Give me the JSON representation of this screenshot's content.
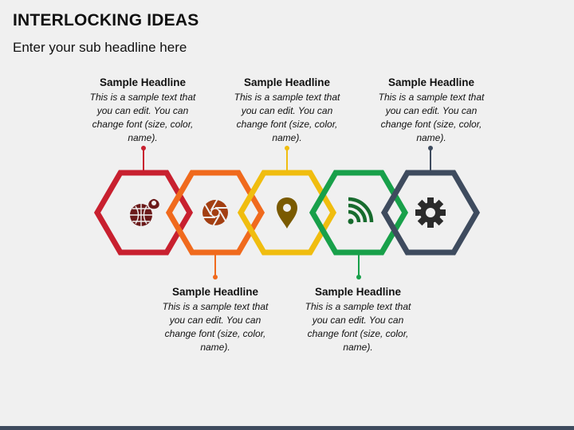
{
  "title": "INTERLOCKING IDEAS",
  "subtitle": "Enter your sub headline here",
  "colors": {
    "background": "#f0f0f0",
    "footer": "#3e4b5e"
  },
  "items": [
    {
      "headline": "Sample Headline",
      "body": "This is a sample text that you can edit. You can change font (size, color, name).",
      "color": "#c8202f",
      "icon": "globe-pin-icon",
      "label_position": "top"
    },
    {
      "headline": "Sample Headline",
      "body": "This is a sample text that you can edit. You can change font (size, color, name).",
      "color": "#f06a1d",
      "icon": "camera-aperture-icon",
      "label_position": "bottom"
    },
    {
      "headline": "Sample Headline",
      "body": "This is a sample text that you can edit. You can change font (size, color, name).",
      "color": "#f0bd0f",
      "icon": "map-pin-icon",
      "label_position": "top"
    },
    {
      "headline": "Sample Headline",
      "body": "This is a sample text that you can edit. You can change font (size, color, name).",
      "color": "#18a04a",
      "icon": "rss-feed-icon",
      "label_position": "bottom"
    },
    {
      "headline": "Sample Headline",
      "body": "This is a sample text that you can edit. You can change font (size, color, name).",
      "color": "#3e4b5e",
      "icon": "gear-icon",
      "label_position": "top"
    }
  ],
  "icon_colors": [
    "#6b1a1a",
    "#a33f12",
    "#7a5a00",
    "#176b2e",
    "#2b2b2b"
  ]
}
